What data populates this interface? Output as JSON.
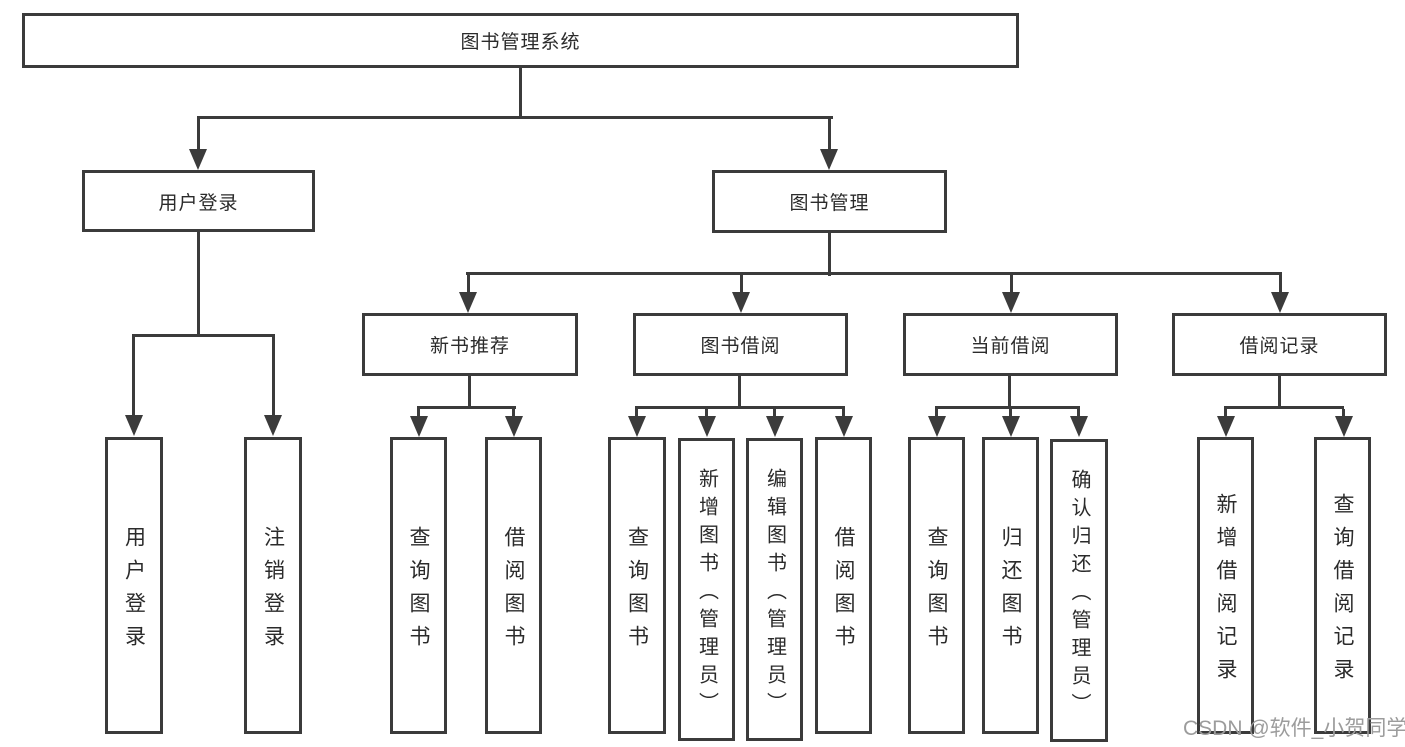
{
  "diagram": {
    "root": {
      "label": "图书管理系统"
    },
    "children": [
      {
        "label": "用户登录",
        "children": [
          {
            "label": "用户登录"
          },
          {
            "label": "注销登录"
          }
        ]
      },
      {
        "label": "图书管理",
        "children": [
          {
            "label": "新书推荐",
            "children": [
              {
                "label": "查询图书"
              },
              {
                "label": "借阅图书"
              }
            ]
          },
          {
            "label": "图书借阅",
            "children": [
              {
                "label": "查询图书"
              },
              {
                "label": "新增图书（管理员）"
              },
              {
                "label": "编辑图书（管理员）"
              },
              {
                "label": "借阅图书"
              }
            ]
          },
          {
            "label": "当前借阅",
            "children": [
              {
                "label": "查询图书"
              },
              {
                "label": "归还图书"
              },
              {
                "label": "确认归还（管理员）"
              }
            ]
          },
          {
            "label": "借阅记录",
            "children": [
              {
                "label": "新增借阅记录"
              },
              {
                "label": "查询借阅记录"
              }
            ]
          }
        ]
      }
    ]
  },
  "watermark": {
    "text": "CSDN @软件_小贺同学"
  },
  "colors": {
    "line": "#3b3b3b",
    "text": "#2b2b2b",
    "watermark": "#9c9c9c",
    "background": "#ffffff"
  }
}
